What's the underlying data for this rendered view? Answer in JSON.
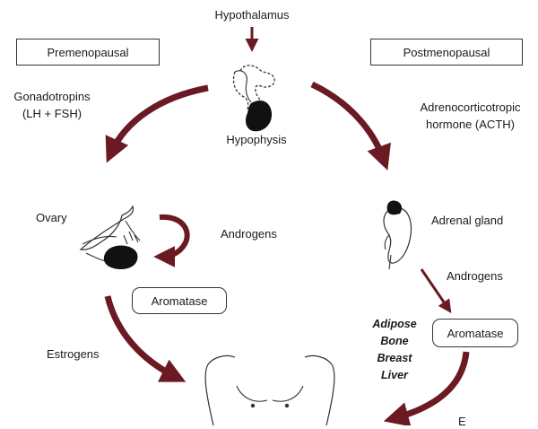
{
  "top": {
    "hypothalamus": "Hypothalamus",
    "hypophysis": "Hypophysis"
  },
  "left": {
    "header": "Premenopausal",
    "trophic_line1": "Gonadotropins",
    "trophic_line2": "(LH + FSH)",
    "organ": "Ovary",
    "androgens": "Androgens",
    "enzyme": "Aromatase",
    "product": "Estrogens"
  },
  "right": {
    "header": "Postmenopausal",
    "trophic_line1": "Adrenocorticotropic",
    "trophic_line2": "hormone (ACTH)",
    "organ": "Adrenal gland",
    "androgens": "Androgens",
    "enzyme": "Aromatase",
    "tissues": [
      "Adipose",
      "Bone",
      "Breast",
      "Liver"
    ],
    "cut_label": "E"
  },
  "colors": {
    "arrow": "#6b1a24",
    "outline": "#333333",
    "organ_fill": "#111111"
  }
}
